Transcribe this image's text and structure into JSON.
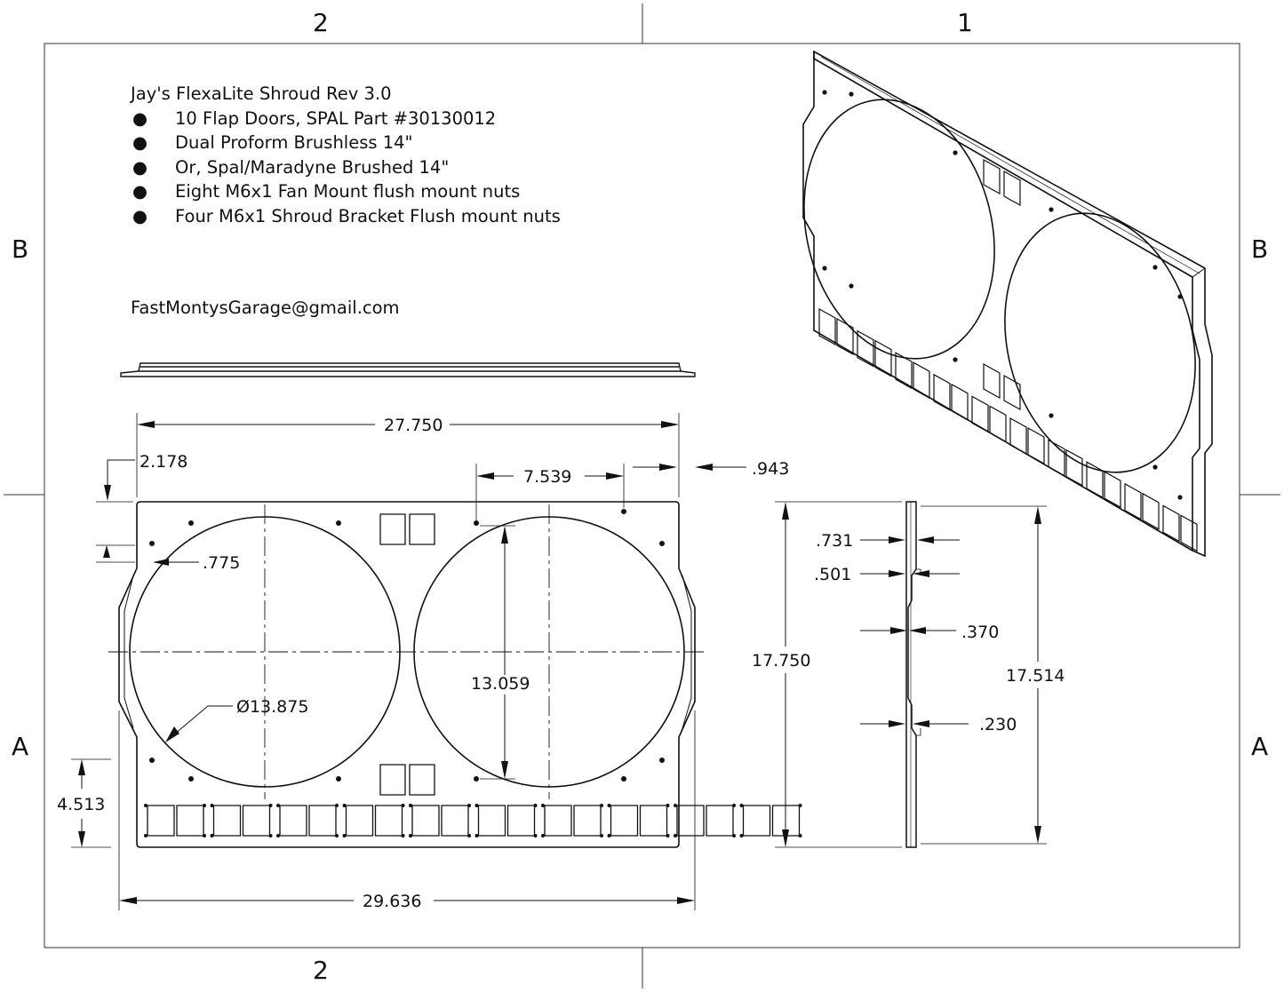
{
  "zones": {
    "top_left": "2",
    "top_right": "1",
    "bottom_left": "2",
    "left_upper": "B",
    "left_lower": "A",
    "right_upper": "B",
    "right_lower": "A"
  },
  "notes": {
    "title": "Jay's FlexaLite Shroud Rev 3.0",
    "bullet_char": "●",
    "items": [
      "10 Flap Doors, SPAL Part #30130012",
      "Dual Proform Brushless 14\"",
      "Or, Spal/Maradyne Brushed 14\"",
      "Eight M6x1 Fan Mount flush mount nuts",
      "Four M6x1 Shroud Bracket Flush mount nuts"
    ],
    "email": "FastMontysGarage@gmail.com"
  },
  "dimensions": {
    "overall_width_body": "27.750",
    "left_top_offset": "2.178",
    "hole_spacing": "7.539",
    "right_tab_offset": ".943",
    "hole_inset": ".775",
    "fan_diameter": "Ø13.875",
    "hole_vertical_spacing": "13.059",
    "bottom_offset": "4.513",
    "overall_width_tabs": "29.636",
    "overall_height": "17.750",
    "side_height": "17.514",
    "thickness_top": ".731",
    "thickness_step": ".501",
    "thickness_mid": ".370",
    "thickness_bottom": ".230"
  }
}
